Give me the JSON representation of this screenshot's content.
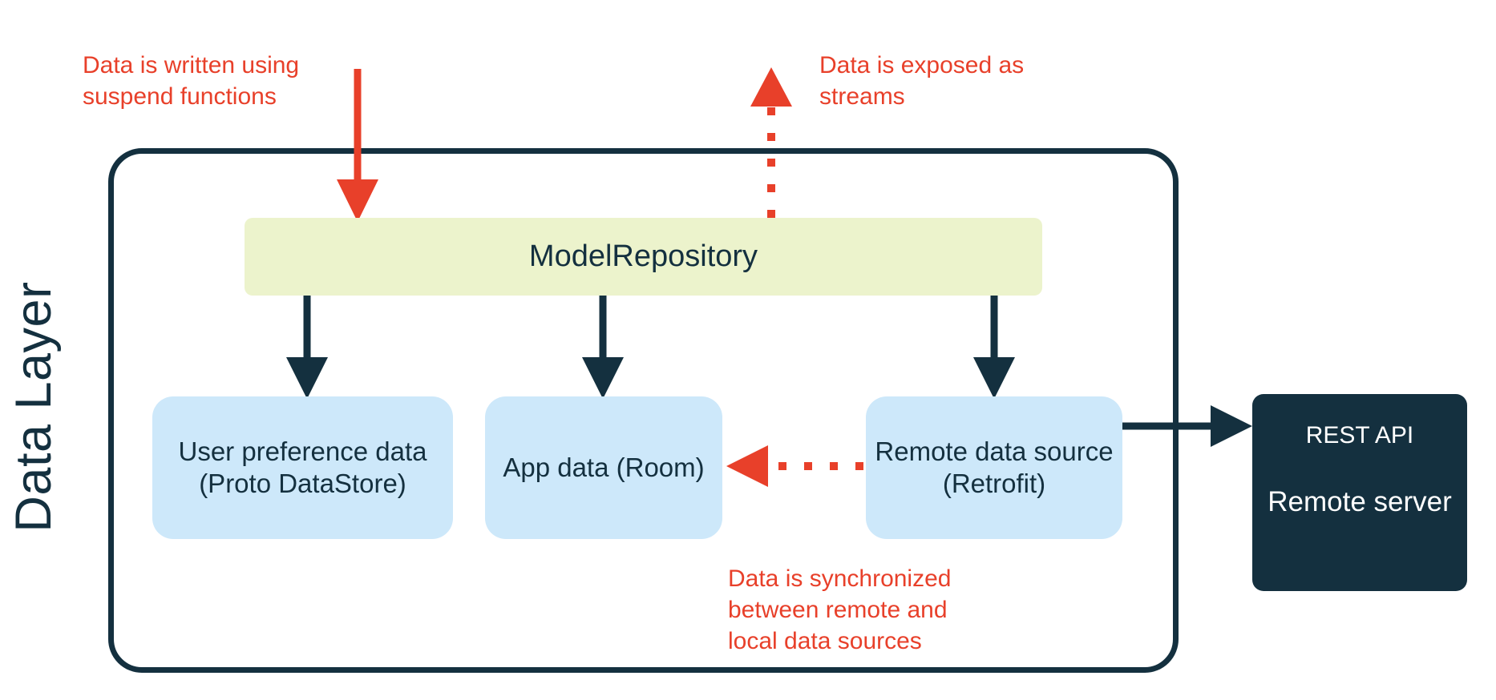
{
  "diagram": {
    "layer_label": "Data Layer",
    "nodes": {
      "repository": "ModelRepository",
      "user_preference": "User preference\ndata\n(Proto DataStore)",
      "app_data": "App data\n(Room)",
      "remote_source": "Remote data\nsource\n(Retrofit)",
      "server_api": "REST API",
      "server_name": "Remote\nserver"
    },
    "annotations": {
      "write": "Data is written using\nsuspend functions",
      "stream": "Data is exposed as\nstreams",
      "sync": "Data is synchronized\nbetween remote and\nlocal data sources"
    },
    "colors": {
      "navy": "#14303f",
      "red": "#e8402a",
      "repo_fill": "#ecf3cc",
      "node_fill": "#cde8fa",
      "background": "#ffffff"
    }
  }
}
